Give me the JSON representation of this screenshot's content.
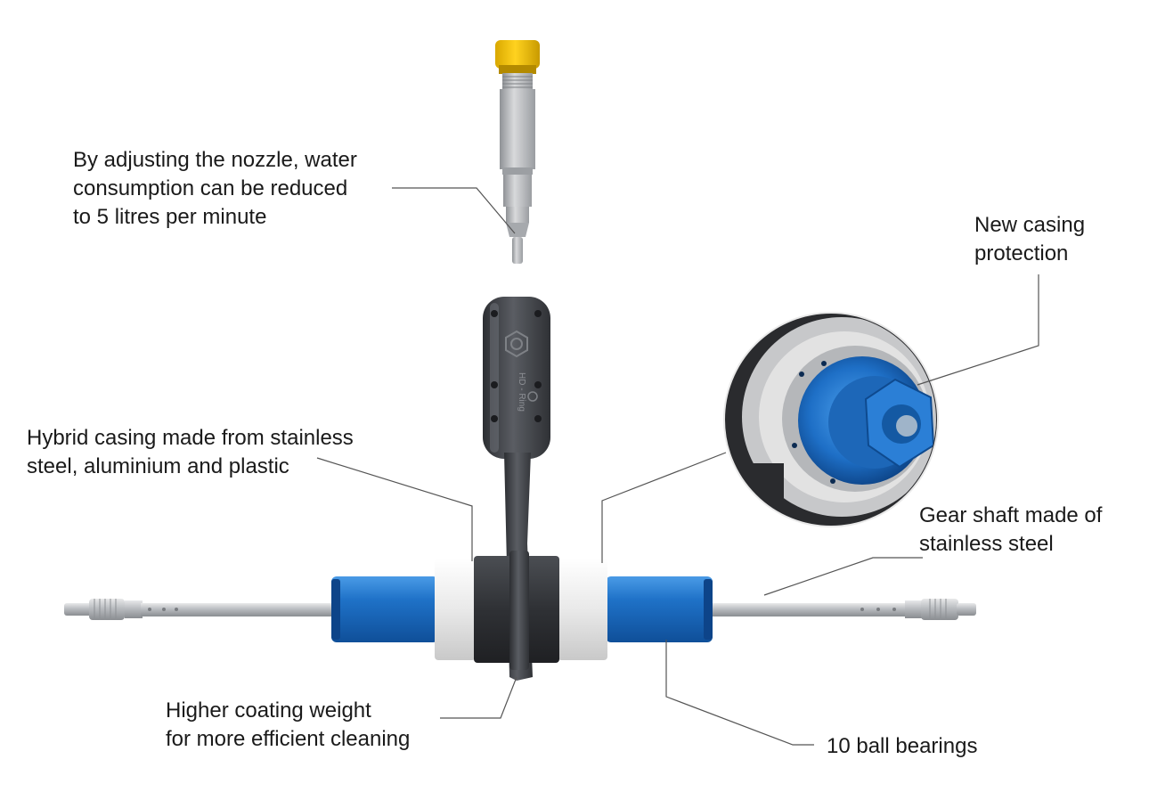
{
  "callouts": {
    "nozzle": [
      "By adjusting the nozzle, water",
      "consumption can be reduced",
      "to 5 litres per minute"
    ],
    "casing_protection": [
      "New casing",
      "protection"
    ],
    "hybrid_casing": [
      "Hybrid casing made from stainless",
      "steel, aluminium and plastic"
    ],
    "gear_shaft": [
      "Gear shaft made of",
      "stainless steel"
    ],
    "coating_weight": [
      "Higher coating weight",
      "for more efficient cleaning"
    ],
    "ball_bearings": [
      "10 ball bearings"
    ]
  },
  "colors": {
    "blue": "#1f72c8",
    "steel": "#b9bcc0",
    "white_ring": "#efefef",
    "dark_plastic": "#3d3f44",
    "nozzle_cap": "#f2c200",
    "leader": "#555555"
  }
}
